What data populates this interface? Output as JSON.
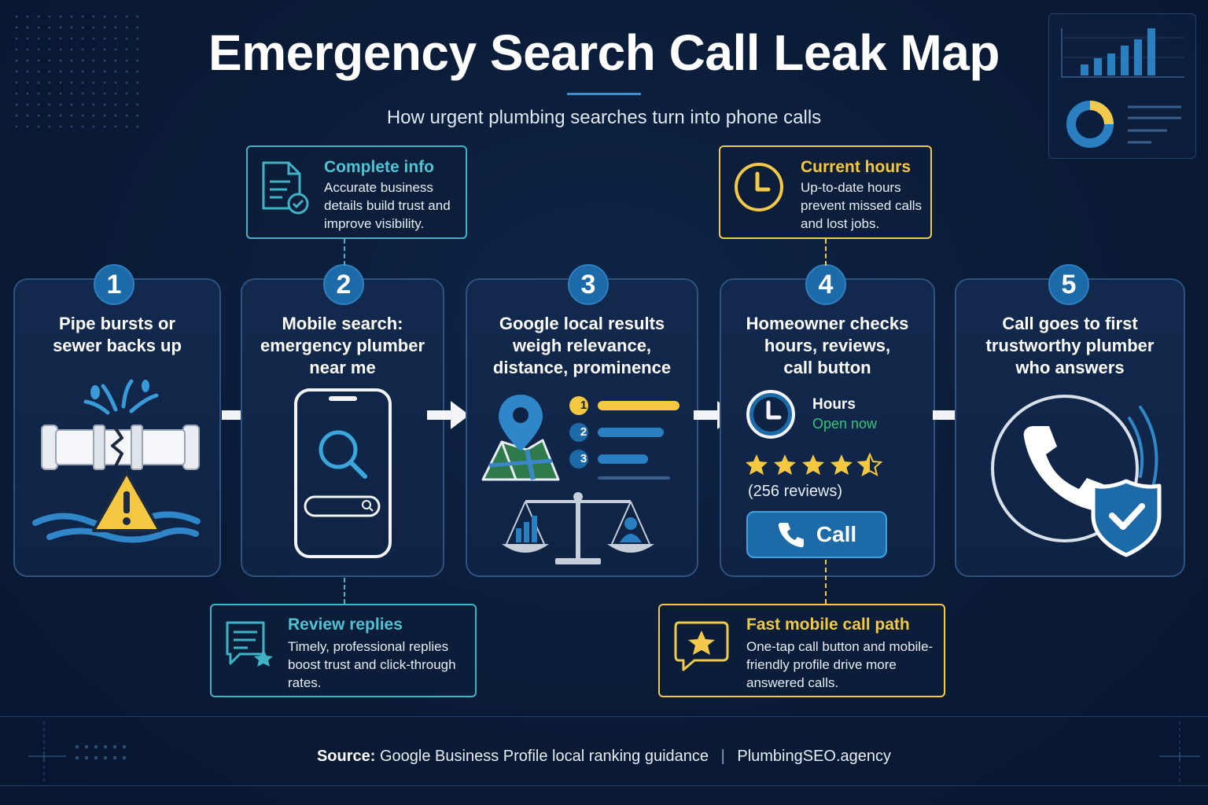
{
  "header": {
    "title": "Emergency Search Call Leak Map",
    "subtitle": "How urgent plumbing searches turn into phone calls"
  },
  "steps": [
    {
      "number": "1",
      "title_lines": [
        "Pipe bursts or",
        "sewer backs up"
      ],
      "icon": "burst-pipe-icon"
    },
    {
      "number": "2",
      "title_lines": [
        "Mobile search:",
        "emergency plumber",
        "near me"
      ],
      "icon": "phone-search-icon"
    },
    {
      "number": "3",
      "title_lines": [
        "Google local results",
        "weigh relevance,",
        "distance, prominence"
      ],
      "icon": "map-ranking-icon"
    },
    {
      "number": "4",
      "title_lines": [
        "Homeowner checks",
        "hours, reviews,",
        "call button"
      ],
      "icon": "checklist-icon"
    },
    {
      "number": "5",
      "title_lines": [
        "Call goes to first",
        "trustworthy plumber",
        "who answers"
      ],
      "icon": "phone-call-shield-icon"
    }
  ],
  "step3_ranks": [
    "1",
    "2",
    "3"
  ],
  "step4": {
    "hours_label": "Hours",
    "hours_status": "Open now",
    "rating": 4.5,
    "reviews_text": "(256 reviews)",
    "call_label": "Call"
  },
  "callouts": {
    "complete_info": {
      "title": "Complete info",
      "lines": [
        "Accurate business",
        "details build trust and",
        "improve visibility."
      ]
    },
    "current_hours": {
      "title": "Current hours",
      "lines": [
        "Up-to-date hours",
        "prevent missed calls",
        "and lost jobs."
      ]
    },
    "review_replies": {
      "title": "Review replies",
      "lines": [
        "Timely, professional replies",
        "boost trust and click-through",
        "rates."
      ]
    },
    "fast_call_path": {
      "title": "Fast mobile call path",
      "lines": [
        "One-tap call button and mobile-",
        "friendly profile drive more",
        "answered calls."
      ]
    }
  },
  "footer": {
    "source_label": "Source:",
    "source_text": "Google Business Profile local ranking guidance",
    "separator": "|",
    "brand": "PlumbingSEO.agency"
  },
  "colors": {
    "background": "#0a1b36",
    "accent_blue": "#1d6aa8",
    "teal": "#3fb2c6",
    "gold": "#f2c94c",
    "green": "#35c47a"
  }
}
